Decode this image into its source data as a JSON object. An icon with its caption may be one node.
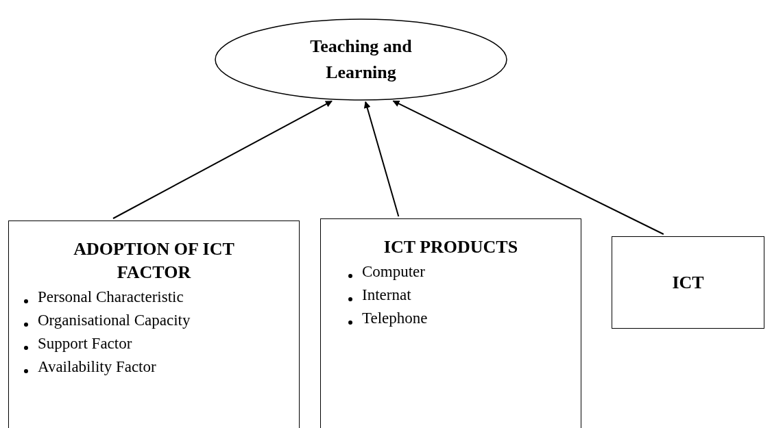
{
  "diagram": {
    "nodes": [
      {
        "text": [
          "Teaching and Learning"
        ]
      },
      {
        "text": [
          "ADOPTION OF ICT FACTOR",
          "Personal Characteristic",
          "Organisational Capacity",
          "Support Factor",
          "Availability Factor"
        ]
      },
      {
        "text": [
          "ICT PRODUCTS",
          "Computer",
          "Internat",
          "Telephone"
        ]
      },
      {
        "text": [
          "ICT"
        ]
      }
    ],
    "edges": [
      {
        "from": 1,
        "to": 0,
        "arrow": "to"
      },
      {
        "from": 2,
        "to": 0,
        "arrow": "to"
      },
      {
        "from": 3,
        "to": 0,
        "arrow": "to"
      }
    ]
  }
}
